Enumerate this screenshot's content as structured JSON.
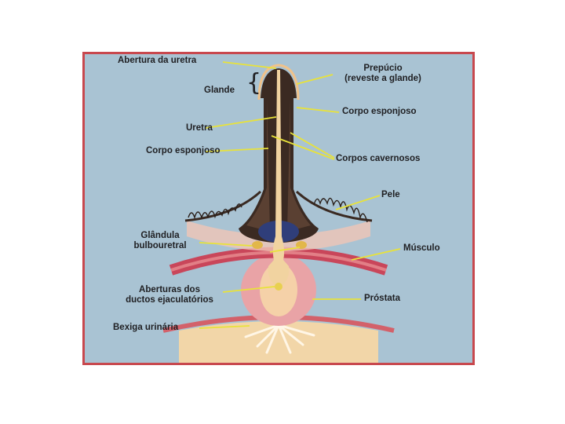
{
  "labels": {
    "abertura_uretra": "Abertura da uretra",
    "prepucio_1": "Prepúcio",
    "prepucio_2": "(reveste a glande)",
    "glande": "Glande",
    "corpo_esponjoso_top": "Corpo esponjoso",
    "uretra": "Uretra",
    "corpo_esponjoso_left": "Corpo esponjoso",
    "corpos_cavernosos": "Corpos cavernosos",
    "pele": "Pele",
    "glandula_1": "Glândula",
    "glandula_2": "bulbouretral",
    "musculo": "Músculo",
    "aberturas_1": "Aberturas dos",
    "aberturas_2": "ductos ejaculatórios",
    "prostata": "Próstata",
    "bexiga": "Bexiga urinária"
  },
  "colors": {
    "frame_border": "#c8484e",
    "background": "#a9c3d3",
    "pointer": "#e8e23a"
  }
}
